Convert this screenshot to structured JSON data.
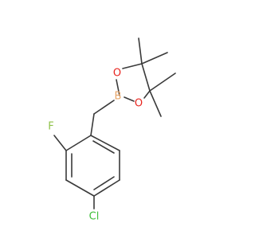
{
  "molecule": {
    "atoms": {
      "oxygen_top": {
        "label": "O",
        "color": "#e8251f"
      },
      "oxygen_bottom": {
        "label": "O",
        "color": "#e8251f"
      },
      "boron": {
        "label": "B",
        "color": "#e8a76b"
      },
      "fluorine": {
        "label": "F",
        "color": "#8fc249"
      },
      "chlorine": {
        "label": "Cl",
        "color": "#3fbf3a"
      }
    },
    "bond_color": "#3a3a3a",
    "background_color": "#ffffff"
  }
}
